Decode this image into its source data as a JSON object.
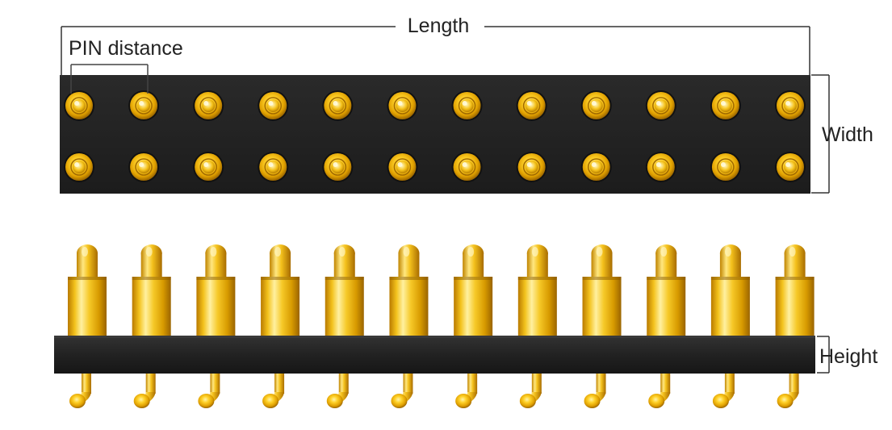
{
  "labels": {
    "length": "Length",
    "pin_distance": "PIN distance",
    "width": "Width",
    "height": "Height"
  },
  "connector": {
    "pins_per_row": 12,
    "rows": 2
  },
  "colors": {
    "body": "#202020",
    "gold": "#f0b400",
    "gold_light": "#ffe16a",
    "gold_dark": "#b87800",
    "dimension_line": "#333333"
  }
}
